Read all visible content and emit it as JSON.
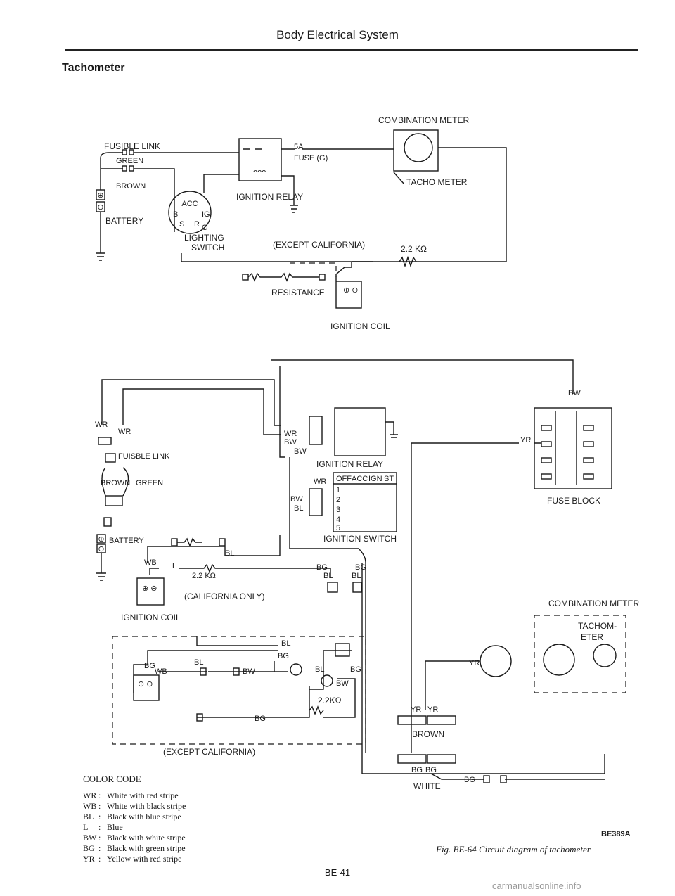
{
  "header": {
    "title": "Body Electrical System"
  },
  "section": {
    "title": "Tachometer"
  },
  "top_diagram": {
    "fusible_link": "FUSIBLE LINK",
    "green": "GREEN",
    "brown": "BROWN",
    "battery": "BATTERY",
    "fuse_rating": "5A",
    "fuse": "FUSE (G)",
    "ignition_relay": "IGNITION RELAY",
    "lighting_switch_1": "LIGHTING",
    "lighting_switch_2": "SWITCH",
    "combination_meter": "COMBINATION METER",
    "tacho_meter": "TACHO METER",
    "except_california": "(EXCEPT CALIFORNIA)",
    "resistor_value": "2.2 KΩ",
    "resistance": "RESISTANCE",
    "ignition_coil": "IGNITION COIL",
    "switch_pos": {
      "acc": "ACC",
      "b": "B",
      "ig": "IG",
      "s": "S",
      "r": "R",
      "o": "O"
    }
  },
  "bottom_diagram": {
    "wr_left": "WR",
    "wr_right": "WR",
    "fusible_link": "FUISBLE LINK",
    "brown": "BROWN",
    "green": "GREEN",
    "battery": "BATTERY",
    "wb": "WB",
    "l": "L",
    "bl": "BL",
    "resistor_value": "2.2 KΩ",
    "california_only": "(CALIFORNIA ONLY)",
    "ignition_coil": "IGNITION COIL",
    "bg": "BG",
    "wr_relay": "WR",
    "bw_relay": "BW",
    "bw_relay2": "BW",
    "ignition_relay": "IGNITION RELAY",
    "wr_switch": "WR",
    "bw_switch": "BW",
    "bl_switch": "BL",
    "ignition_switch": "IGNITION SWITCH",
    "switch_table_header": [
      "OFF",
      "ACC",
      "IGN",
      "ST"
    ],
    "switch_table_rows": [
      "1",
      "2",
      "3",
      "4",
      "5"
    ],
    "bg_conn": "BG",
    "bl_conn": "BL",
    "bg_conn2": "BG",
    "bl_conn2": "BL",
    "bw_top": "BW",
    "yr": "YR",
    "fuse_block": "FUSE BLOCK",
    "combination_meter": "COMBINATION METER",
    "tachometer_1": "TACHOM-",
    "tachometer_2": "ETER",
    "yr_meter": "YR",
    "yr_left": "YR",
    "yr_right": "YR",
    "brown_conn": "BROWN",
    "bg_left": "BG",
    "bg_right": "BG",
    "white_conn": "WHITE",
    "bg_end": "BG",
    "exc_bl": "BL",
    "exc_bg": "BG",
    "exc_bg_coil": "BG",
    "exc_bl_coil": "BL",
    "exc_wb": "WB",
    "exc_bw": "BW",
    "exc_bl2": "BL",
    "exc_bg2": "BG",
    "exc_bw2": "BW",
    "exc_resistor": "2.2KΩ",
    "exc_bg_bottom": "BG",
    "except_california": "(EXCEPT CALIFORNIA)"
  },
  "color_code": {
    "title": "COLOR CODE",
    "items": [
      {
        "code": "WR",
        "desc": "White with red stripe"
      },
      {
        "code": "WB",
        "desc": "White with black stripe"
      },
      {
        "code": "BL",
        "desc": "Black with blue stripe"
      },
      {
        "code": "L",
        "desc": "Blue"
      },
      {
        "code": "BW",
        "desc": "Black with white stripe"
      },
      {
        "code": "BG",
        "desc": "Black with green stripe"
      },
      {
        "code": "YR",
        "desc": "Yellow with red stripe"
      }
    ]
  },
  "figure_code": "BE389A",
  "caption": "Fig. BE-64 Circuit diagram of tachometer",
  "page_number": "BE-41",
  "watermark": "carmanualsonline.info"
}
